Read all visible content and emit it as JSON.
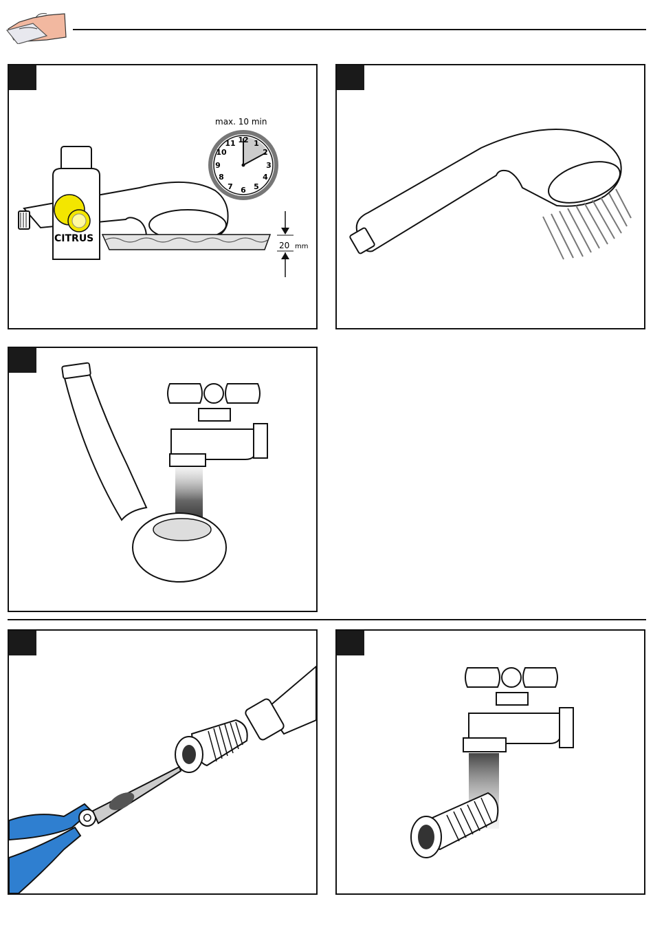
{
  "header": {
    "icon": "cleaning-hand-icon"
  },
  "panels": {
    "p1": {
      "clock_label": "max. 10 min",
      "clock_numbers": [
        "12",
        "1",
        "2",
        "3",
        "4",
        "5",
        "6",
        "7",
        "8",
        "9",
        "10",
        "11"
      ],
      "bottle_label": "CITRUS",
      "depth_value": "20",
      "depth_unit": "mm"
    },
    "p2": {},
    "p3": {},
    "p4": {},
    "p5": {}
  },
  "colors": {
    "frame": "#111111",
    "badge": "#1a1a1a",
    "lemon": "#f3e600",
    "pliers_handle": "#2f7fd0",
    "clock_ring": "#777777",
    "skin": "#f2b8a0"
  }
}
